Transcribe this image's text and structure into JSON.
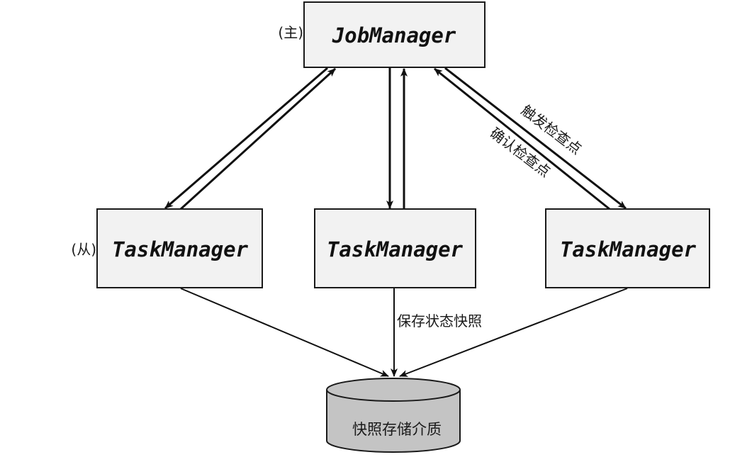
{
  "diagram": {
    "master": {
      "name": "JobManager",
      "role_label": "(主)"
    },
    "workers": [
      {
        "name": "TaskManager",
        "role_label": "(从)"
      },
      {
        "name": "TaskManager",
        "role_label": ""
      },
      {
        "name": "TaskManager",
        "role_label": ""
      }
    ],
    "edge_labels": {
      "trigger_checkpoint": "触发检查点",
      "confirm_checkpoint": "确认检查点",
      "save_state_snapshot": "保存状态快照"
    },
    "storage": {
      "label": "快照存储介质"
    }
  },
  "colors": {
    "box_fill": "#f2f2f2",
    "box_stroke": "#1a1a1a",
    "storage_fill": "#c4c4c4",
    "arrow": "#111111"
  }
}
